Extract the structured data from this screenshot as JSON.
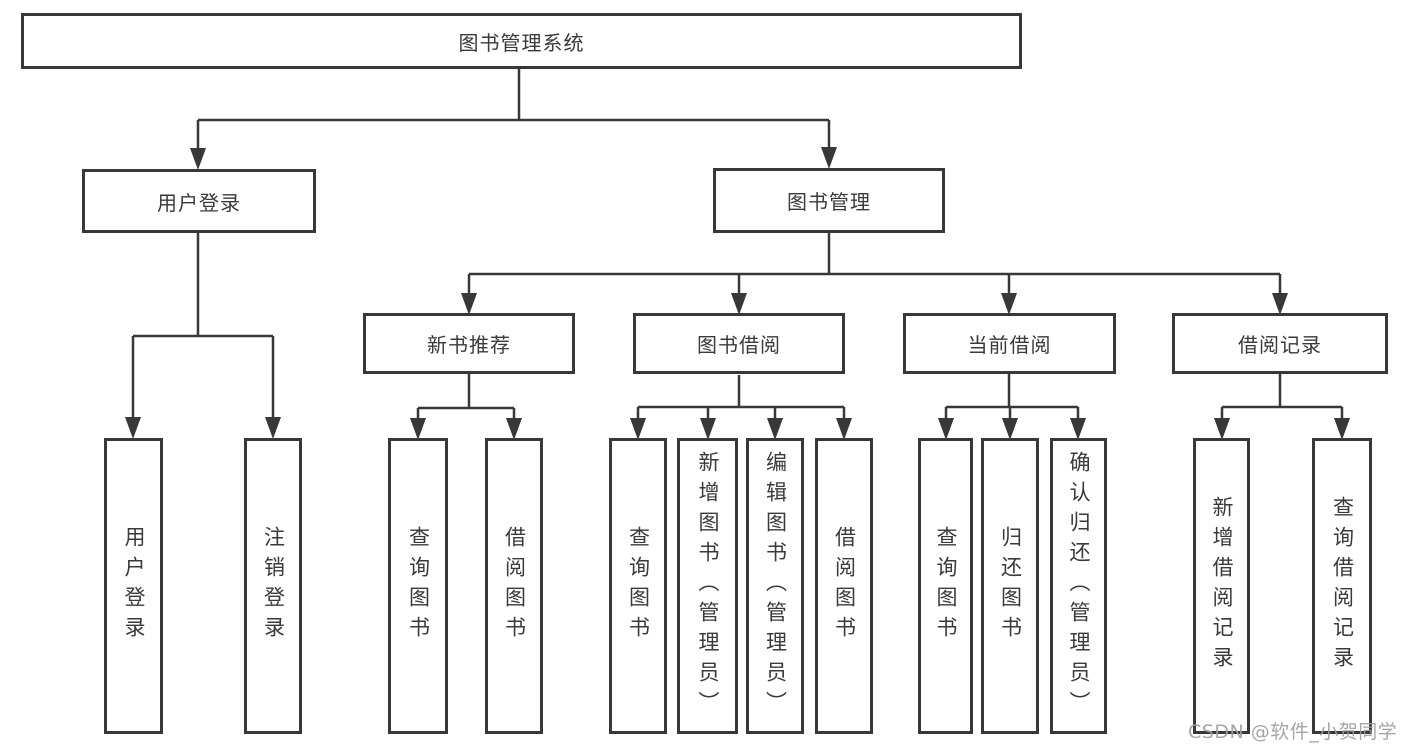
{
  "tree": {
    "label": "图书管理系统",
    "children": [
      {
        "label": "用户登录",
        "children": [
          {
            "label": "用户登录"
          },
          {
            "label": "注销登录"
          }
        ]
      },
      {
        "label": "图书管理",
        "children": [
          {
            "label": "新书推荐",
            "children": [
              {
                "label": "查询图书"
              },
              {
                "label": "借阅图书"
              }
            ]
          },
          {
            "label": "图书借阅",
            "children": [
              {
                "label": "查询图书"
              },
              {
                "label": "新增图书（管理员）"
              },
              {
                "label": "编辑图书（管理员）"
              },
              {
                "label": "借阅图书"
              }
            ]
          },
          {
            "label": "当前借阅",
            "children": [
              {
                "label": "查询图书"
              },
              {
                "label": "归还图书"
              },
              {
                "label": "确认归还（管理员）"
              }
            ]
          },
          {
            "label": "借阅记录",
            "children": [
              {
                "label": "新增借阅记录"
              },
              {
                "label": "查询借阅记录"
              }
            ]
          }
        ]
      }
    ]
  },
  "watermark": "CSDN @软件_小贺同学",
  "colors": {
    "line": "#383838",
    "text": "#3a3a3a",
    "watermark": "#9e9e9e",
    "background": "#ffffff"
  }
}
